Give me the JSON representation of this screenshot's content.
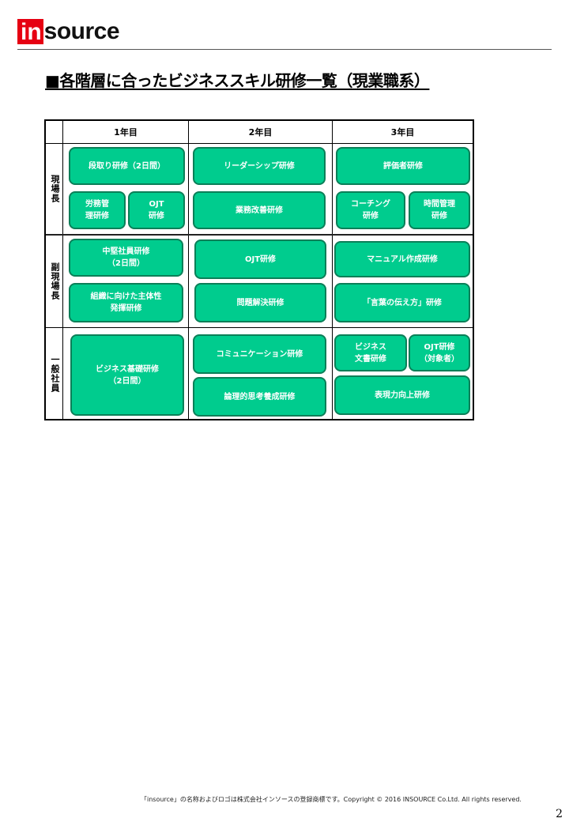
{
  "logo": {
    "in": "in",
    "rest": "source"
  },
  "title": "■各階層に合ったビジネススキル研修一覧（現業職系）",
  "columns": [
    "1年目",
    "2年目",
    "3年目"
  ],
  "rows": [
    "現場長",
    "副現場長",
    "一般社員"
  ],
  "boxes": {
    "r1": [
      "段取り研修（2日間）",
      "労務管\n理研修",
      "OJT\n研修",
      "リーダーシップ研修",
      "業務改善研修",
      "評価者研修",
      "コーチング\n研修",
      "時間管理\n研修"
    ],
    "r2": [
      "中堅社員研修\n（2日間）",
      "組織に向けた主体性\n発揮研修",
      "OJT研修",
      "問題解決研修",
      "マニュアル作成研修",
      "「言葉の伝え方」研修"
    ],
    "r3": [
      "ビジネス基礎研修\n（2日間）",
      "コミュニケーション研修",
      "論理的思考養成研修",
      "ビジネス\n文書研修",
      "OJT研修\n（対象者）",
      "表現力向上研修"
    ]
  },
  "colors": {
    "box_fill": "#00cc8e",
    "box_border": "#0b7f58",
    "logo_red": "#e60012"
  },
  "footer": "「insource」の名称およびロゴは株式会社インソースの登録商標です。Copyright © 2016 INSOURCE Co.Ltd. All rights reserved.",
  "page_number": "2"
}
